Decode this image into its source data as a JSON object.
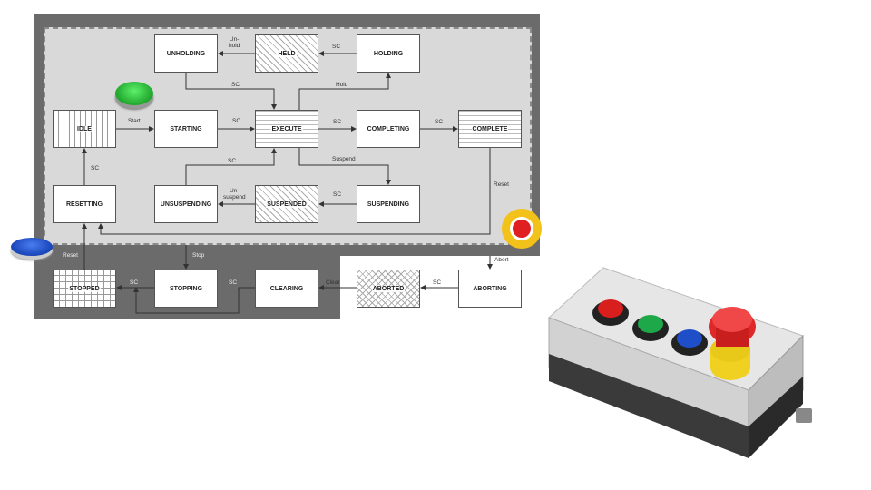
{
  "states": {
    "unholding": "UNHOLDING",
    "held": "HELD",
    "holding": "HOLDING",
    "idle": "IDLE",
    "starting": "STARTING",
    "execute": "EXECUTE",
    "completing": "COMPLETING",
    "complete": "COMPLETE",
    "resetting": "RESETTING",
    "unsuspending": "UNSUSPENDING",
    "suspended": "SUSPENDED",
    "suspending": "SUSPENDING",
    "stopped": "STOPPED",
    "stopping": "STOPPING",
    "clearing": "CLEARING",
    "aborted": "ABORTED",
    "aborting": "ABORTING"
  },
  "transitions": {
    "unhold": "Un-\nhold",
    "sc": "SC",
    "hold": "Hold",
    "start": "Start",
    "suspend": "Suspend",
    "unsuspend": "Un-\nsuspend",
    "reset": "Reset",
    "stop": "Stop",
    "clear": "Clear",
    "abort": "Abort"
  },
  "colors": {
    "start_button": "#2ecc40",
    "reset_button": "#1e5bd8",
    "estop": "#e02020",
    "estop_ring": "#f2c21b"
  }
}
